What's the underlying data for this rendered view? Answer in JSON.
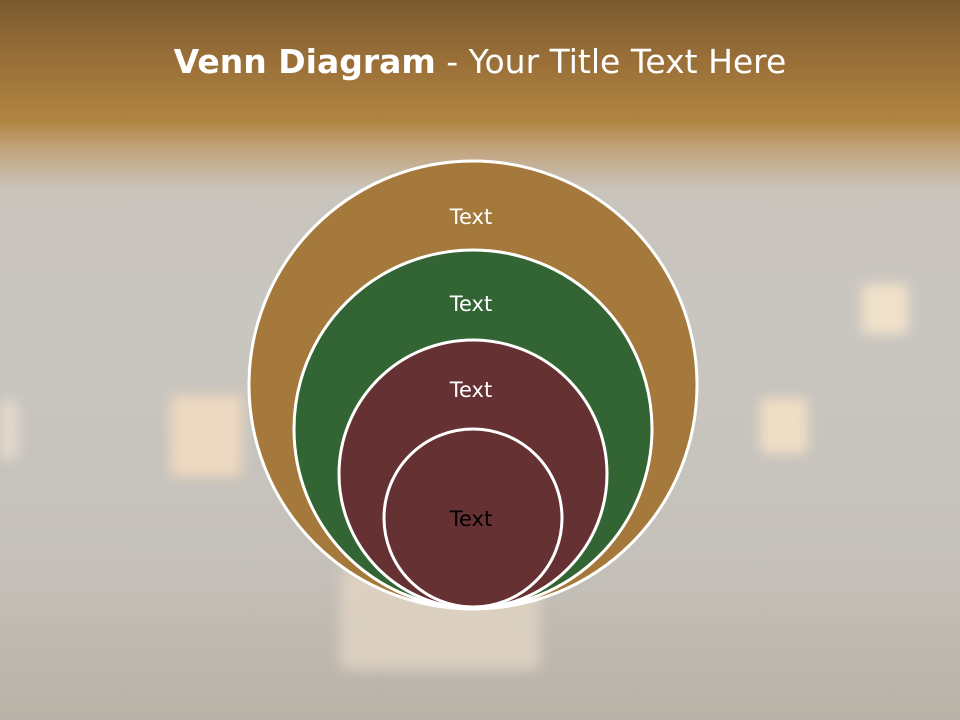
{
  "slide": {
    "title_bold": "Venn Diagram",
    "title_rest": " - Your Title Text Here"
  },
  "diagram": {
    "circles": [
      {
        "label": "Text",
        "fill": "#a5793b",
        "text_color": "#ffffff"
      },
      {
        "label": "Text",
        "fill": "#336534",
        "text_color": "#ffffff"
      },
      {
        "label": "Text",
        "fill": "#653133",
        "text_color": "#ffffff"
      },
      {
        "label": "Text",
        "fill": "#653133",
        "text_color": "#000000"
      }
    ],
    "outline_color": "#ffffff"
  }
}
